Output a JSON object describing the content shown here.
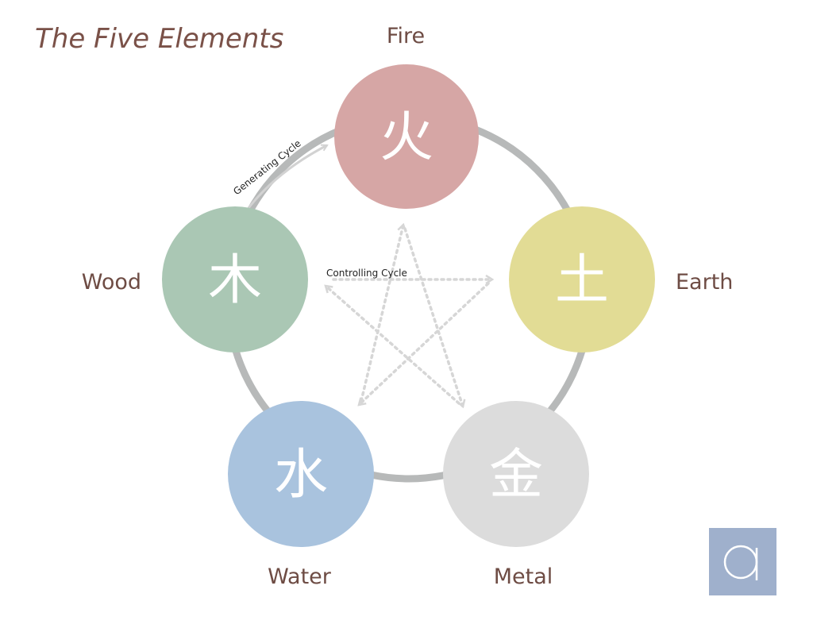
{
  "title": "The Five Elements",
  "elements": [
    {
      "id": "fire",
      "label": "Fire",
      "glyph": "火",
      "color": "#d6a6a5"
    },
    {
      "id": "earth",
      "label": "Earth",
      "glyph": "土",
      "color": "#e2dc95"
    },
    {
      "id": "metal",
      "label": "Metal",
      "glyph": "金",
      "color": "#dcdcdc"
    },
    {
      "id": "water",
      "label": "Water",
      "glyph": "水",
      "color": "#a9c3de"
    },
    {
      "id": "wood",
      "label": "Wood",
      "glyph": "木",
      "color": "#aac7b4"
    }
  ],
  "cycles": {
    "generating_label": "Generating Cycle",
    "controlling_label": "Controlling Cycle"
  },
  "colors": {
    "ring": "#b7b9b9",
    "star": "#d6d6d6",
    "title": "#7a5148",
    "label": "#6e4c44",
    "logo": "#9fb0cc"
  },
  "logo": {
    "mark": "a"
  }
}
